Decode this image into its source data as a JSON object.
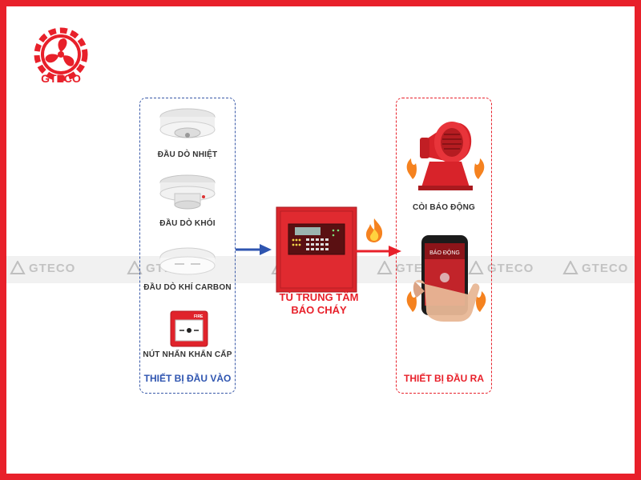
{
  "brand": {
    "logo_text": "GTECO",
    "watermark_text": "GTECO"
  },
  "inputs": {
    "title": "THIẾT BỊ ĐẦU VÀO",
    "items": [
      {
        "label": "ĐẦU DÒ NHIỆT",
        "icon": "heat-detector-icon"
      },
      {
        "label": "ĐẦU DÒ KHÓI",
        "icon": "smoke-detector-icon"
      },
      {
        "label": "ĐẦU DÒ KHÍ CARBON",
        "icon": "carbon-detector-icon"
      },
      {
        "label": "NÚT NHẤN KHẨN CẤP",
        "icon": "manual-call-point-icon",
        "device_text": "FIRE"
      }
    ]
  },
  "center": {
    "line1": "TỦ TRUNG TÂM",
    "line2": "BÁO CHÁY",
    "icon": "fire-alarm-panel-icon"
  },
  "outputs": {
    "title": "THIẾT BỊ ĐẦU RA",
    "items": [
      {
        "label": "CÒI BÁO ĐỘNG",
        "icon": "siren-icon"
      },
      {
        "label": "",
        "icon": "phone-alert-icon",
        "screen_text": "BÁO ĐỘNG"
      }
    ]
  },
  "colors": {
    "frame": "#e8202a",
    "input_blue": "#2f55b0",
    "output_red": "#e8202a",
    "flame": "#f5821f"
  }
}
